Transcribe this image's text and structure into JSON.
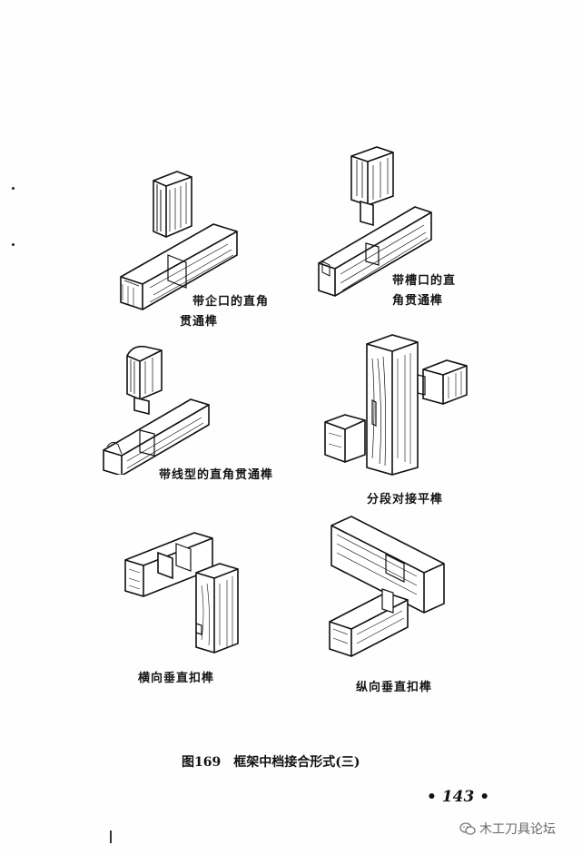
{
  "figures": [
    {
      "label_lines": [
        "带企口的直角",
        "贯通榫"
      ]
    },
    {
      "label_lines": [
        "带槽口的直",
        "角贯通榫"
      ]
    },
    {
      "label_lines": [
        "带线型的直角贯通榫"
      ]
    },
    {
      "label_lines": [
        "分段对接平榫"
      ]
    },
    {
      "label_lines": [
        "横向垂直扣榫"
      ]
    },
    {
      "label_lines": [
        "纵向垂直扣榫"
      ]
    }
  ],
  "caption": {
    "number": "图169",
    "title": "框架中档接合形式(三)"
  },
  "page_number": "• 143 •",
  "watermark": {
    "text": "木工刀具论坛",
    "icon": "wechat-icon"
  }
}
